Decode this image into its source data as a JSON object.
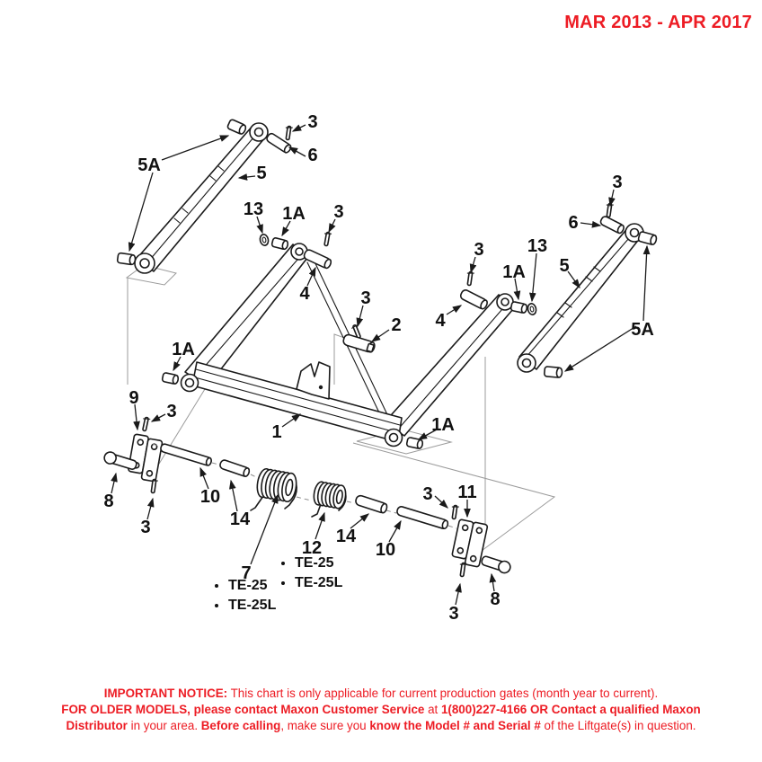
{
  "header": {
    "date_range": "MAR 2013 - APR 2017"
  },
  "callouts": [
    "3",
    "6",
    "5A",
    "5",
    "13",
    "1A",
    "3",
    "4",
    "3",
    "6",
    "13",
    "1A",
    "5",
    "3",
    "4",
    "5A",
    "3",
    "2",
    "1A",
    "1",
    "1A",
    "9",
    "3",
    "8",
    "3",
    "10",
    "14",
    "7",
    "12",
    "14",
    "10",
    "3",
    "11",
    "8",
    "3"
  ],
  "spring_7_models": [
    "TE-25",
    "TE-25L"
  ],
  "spring_12_models": [
    "TE-25",
    "TE-25L"
  ],
  "notice": {
    "line1": [
      {
        "t": "IMPORTANT NOTICE:",
        "bold": true
      },
      {
        "t": " This chart is only applicable for current production gates (month year to current).",
        "bold": false
      }
    ],
    "line2": [
      {
        "t": "FOR OLDER MODELS, please contact Maxon Customer Service",
        "bold": true
      },
      {
        "t": " at ",
        "bold": false
      },
      {
        "t": "1(800)227-4166 OR Contact a qualified Maxon",
        "bold": true
      }
    ],
    "line3": [
      {
        "t": "Distributor",
        "bold": true
      },
      {
        "t": " in your area. ",
        "bold": false
      },
      {
        "t": "Before calling",
        "bold": true
      },
      {
        "t": ", make sure you ",
        "bold": false
      },
      {
        "t": "know the Model # and Serial #",
        "bold": true
      },
      {
        "t": " of the Liftgate(s) in question.",
        "bold": false
      }
    ]
  },
  "colors": {
    "accent_red": "#ED1C24",
    "diagram_line": "#1a1a1a",
    "guide_gray": "#9b9b9b",
    "background": "#ffffff"
  }
}
